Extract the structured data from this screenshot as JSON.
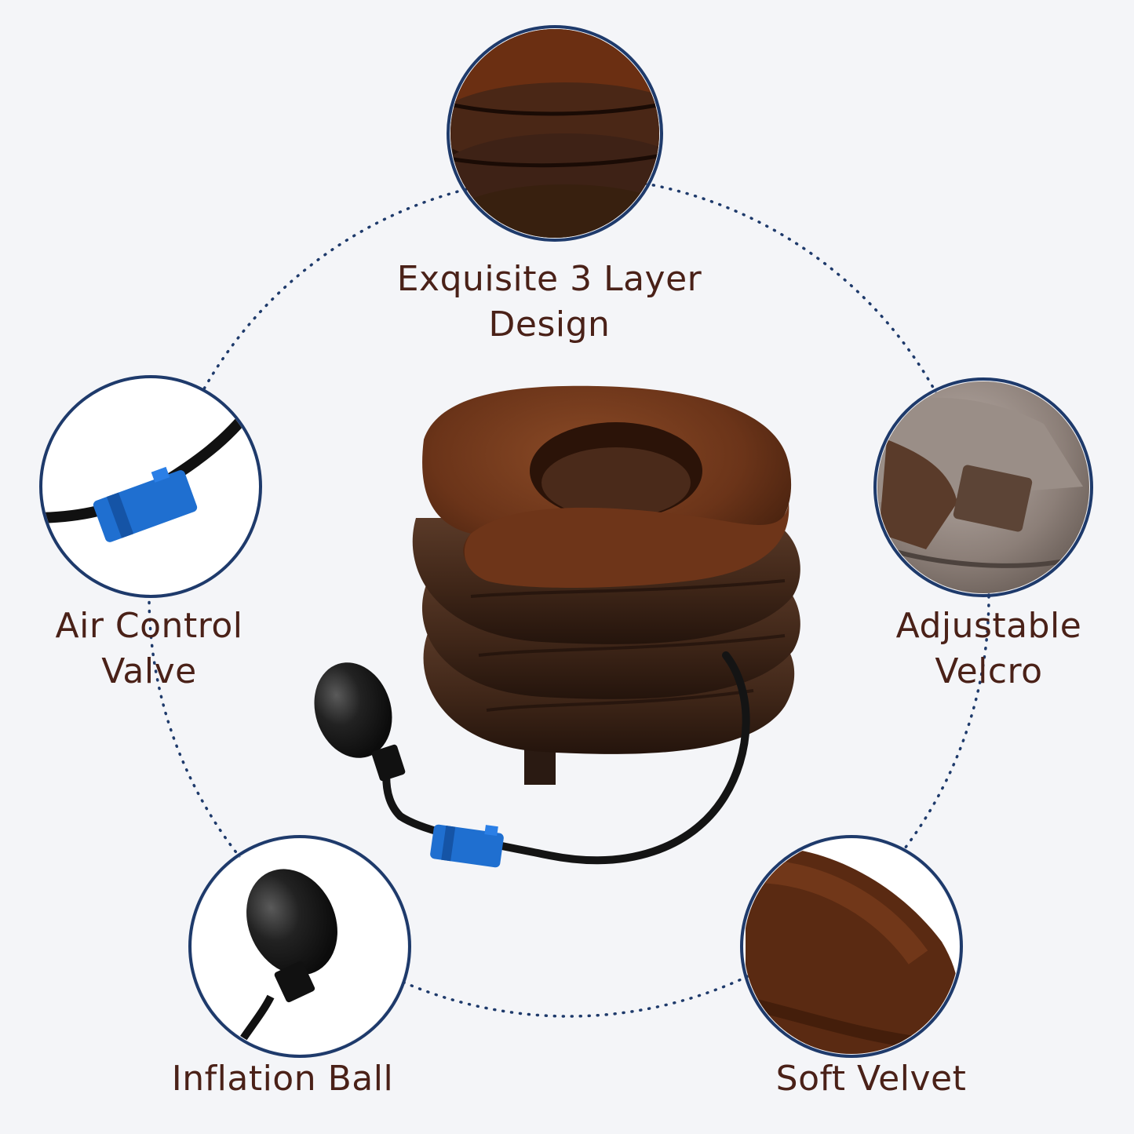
{
  "features": {
    "top": {
      "line1": "Exquisite 3 Layer",
      "line2": "Design"
    },
    "left": {
      "line1": "Air Control",
      "line2": "Valve"
    },
    "right": {
      "line1": "Adjustable",
      "line2": "Velcro"
    },
    "bottom_left": {
      "line1": "Inflation Ball"
    },
    "bottom_right": {
      "line1": "Soft Velvet"
    }
  },
  "colors": {
    "background": "#f4f5f8",
    "ring": "#1e3a6b",
    "text": "#4a2118",
    "velvet": "#6b3419",
    "nylon": "#3e2418",
    "valve": "#1f6fd0",
    "bulb": "#1c1c1c"
  }
}
